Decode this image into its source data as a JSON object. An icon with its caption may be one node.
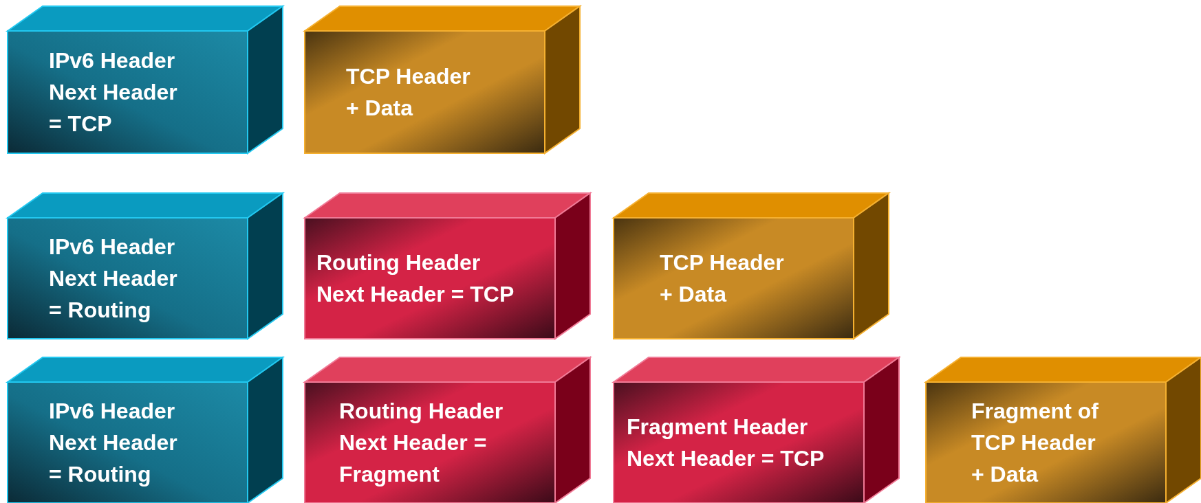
{
  "diagram": {
    "nodes": [
      {
        "text": [
          "IPv6 Header Next Header = TCP"
        ]
      },
      {
        "text": [
          "TCP Header + Data"
        ]
      },
      {
        "text": [
          "IPv6 Header Next Header = Routing"
        ]
      },
      {
        "text": [
          "Routing Header Next Header = TCP"
        ]
      },
      {
        "text": [
          "TCP Header + Data"
        ]
      },
      {
        "text": [
          "IPv6 Header Next Header = Routing"
        ]
      },
      {
        "text": [
          "Routing Header Next Header = Fragment"
        ]
      },
      {
        "text": [
          "Fragment Header Next Header = TCP"
        ]
      },
      {
        "text": [
          "Fragment of TCP Header + Data"
        ]
      }
    ]
  }
}
